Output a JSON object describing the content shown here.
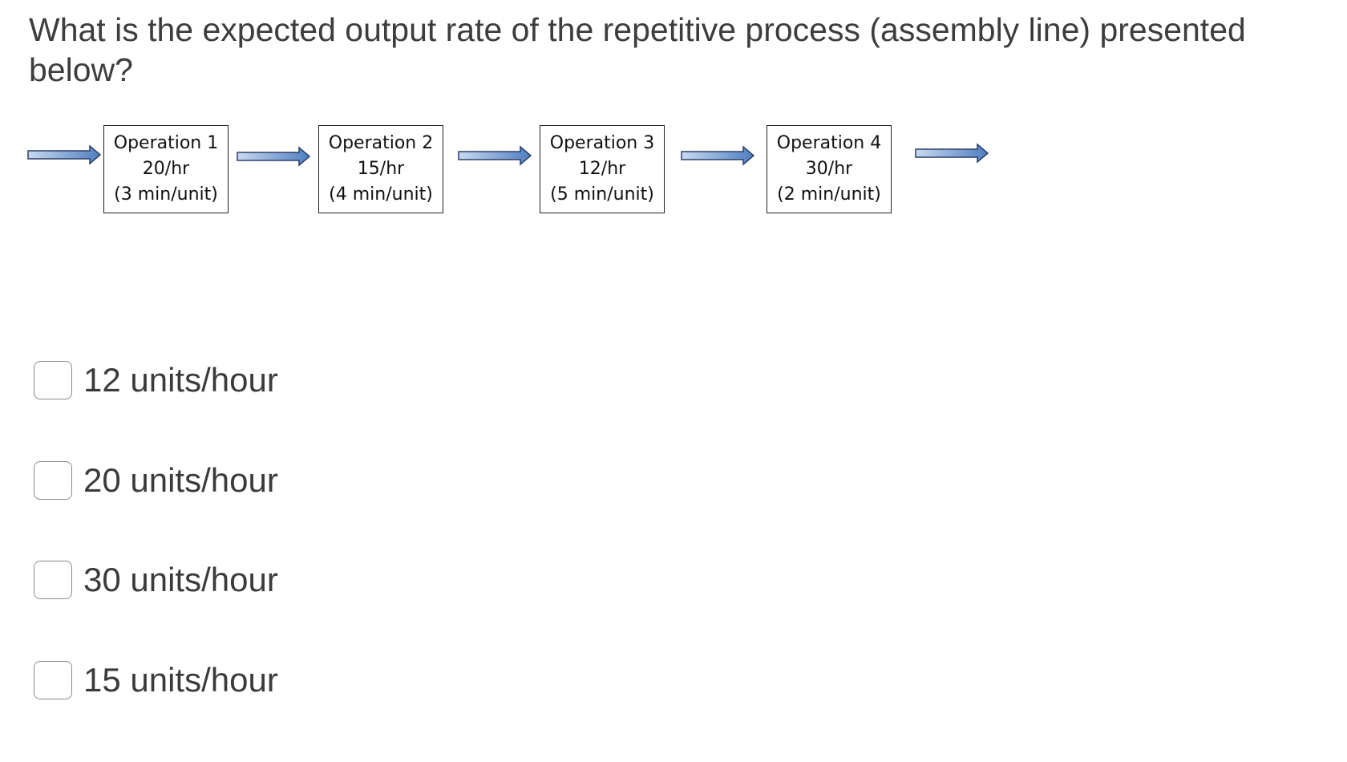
{
  "question": {
    "text": "What is the expected output rate of the repetitive process (assembly line) presented below?"
  },
  "diagram": {
    "operations": [
      {
        "name": "Operation 1",
        "rate": "20/hr",
        "time": "(3 min/unit)"
      },
      {
        "name": "Operation 2",
        "rate": "15/hr",
        "time": "(4 min/unit)"
      },
      {
        "name": "Operation 3",
        "rate": "12/hr",
        "time": "(5 min/unit)"
      },
      {
        "name": "Operation 4",
        "rate": "30/hr",
        "time": "(2 min/unit)"
      }
    ],
    "arrow_colors": {
      "start": "#c9d9f0",
      "end": "#4f7fc0",
      "outline": "#2b3f66"
    }
  },
  "options": [
    {
      "label": "12 units/hour"
    },
    {
      "label": "20 units/hour"
    },
    {
      "label": "30 units/hour"
    },
    {
      "label": "15 units/hour"
    }
  ]
}
